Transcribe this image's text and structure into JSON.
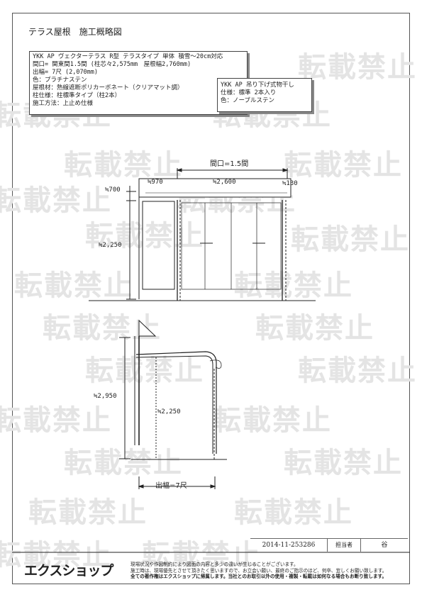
{
  "title": "テラス屋根　施工概略図",
  "watermark": "転載禁止",
  "spec": {
    "lines": [
      "YKK AP ヴェクターテラス R型 テラスタイプ 単体 積雪～20cm対応",
      "間口= 関東間1.5間 (柱芯々2,575mm　屋根幅2,760mm)",
      "出幅= 7尺 (2,070mm)",
      "色：プラチナステン",
      "屋根材：熱線遮断ポリカーボネート（クリアマット調）",
      "柱仕様：柱標準タイプ（柱2本）",
      "施工方法：上止め仕様"
    ]
  },
  "option": {
    "lines": [
      "YKK AP 吊り下げ式物干し",
      "仕様：標準 2本入り",
      "色：ノーブルステン"
    ]
  },
  "front": {
    "width_label": "間口=1.5間",
    "d1": "≒970",
    "d2": "≒2,600",
    "d3": "≒130",
    "h_top": "≒700",
    "h_main": "≒2,250"
  },
  "side": {
    "h_total": "≒2,950",
    "h_inner": "≒2,250",
    "depth_label": "出幅=7尺"
  },
  "footer": {
    "order_no": "2014-11-253286",
    "person_label": "担当者",
    "person": "谷",
    "logo": "エクスショップ",
    "notes": [
      "現場状況や作図制約により図面の内容と多少の違いが生じることがございます。",
      "施工時は、現場優先とさせて頂きたく思いますので、お立会い願い、最終のご指示のほど、何卒、宜しくお願い致します。",
      "全ての著作権はエクスショップに帰属します。当社とのお取引以外の使用・複製・転載は如何なる場合もお断り致します。"
    ]
  }
}
